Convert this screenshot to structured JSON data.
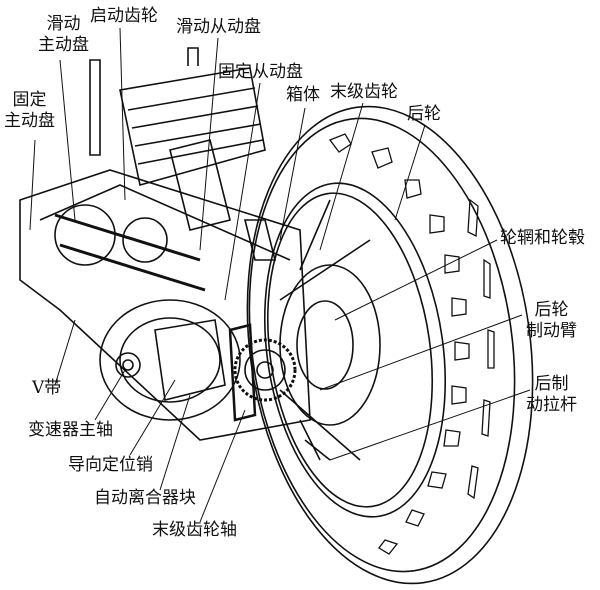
{
  "diagram": {
    "subject": "Scooter CVT transmission and rear wheel assembly",
    "labels": {
      "sliding_drive_pulley": [
        "滑动",
        "主动盘"
      ],
      "starter_gear": "启动齿轮",
      "sliding_driven_pulley": "滑动从动盘",
      "fixed_driven_pulley": "固定从动盘",
      "fixed_drive_pulley": [
        "固定",
        "主动盘"
      ],
      "housing": "箱体",
      "final_gear": "末级齿轮",
      "rear_wheel": "后轮",
      "rim_and_hub": "轮辋和轮毂",
      "rear_brake_arm": [
        "后轮",
        "制动臂"
      ],
      "rear_brake_rod": [
        "后制",
        "动拉杆"
      ],
      "v_belt": "V带",
      "transmission_main_shaft": "变速器主轴",
      "guide_locating_pin": "导向定位销",
      "auto_clutch_block": "自动离合器块",
      "final_gear_shaft": "末级齿轮轴"
    }
  }
}
